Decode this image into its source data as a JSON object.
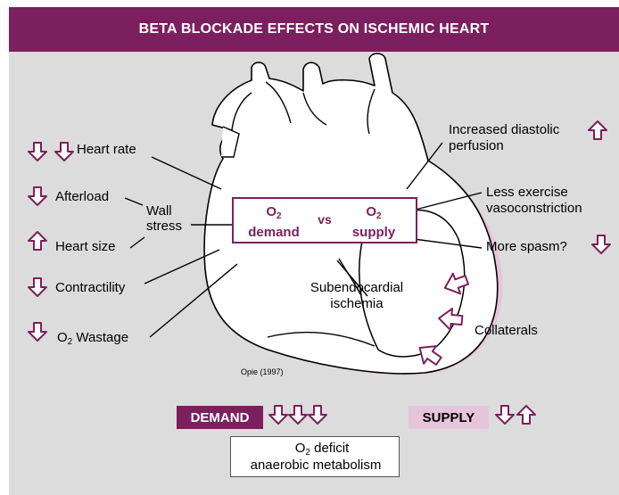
{
  "title": "BETA BLOCKADE EFFECTS ON ISCHEMIC HEART",
  "left_labels": {
    "heart_rate": "Heart rate",
    "afterload": "Afterload",
    "wall": "Wall",
    "stress": "stress",
    "heart_size": "Heart size",
    "contractility": "Contractility",
    "o2_wastage_o": "O",
    "o2_wastage_sub": "2",
    "o2_wastage_rest": " Wastage"
  },
  "center_box": {
    "left_o": "O",
    "left_sub": "2",
    "left_word": "demand",
    "vs": "vs",
    "right_o": "O",
    "right_sub": "2",
    "right_word": "supply"
  },
  "right_labels": {
    "diastolic_l1": "Increased diastolic",
    "diastolic_l2": "perfusion",
    "less_exercise_l1": "Less exercise",
    "less_exercise_l2": "vasoconstriction",
    "spasm": "More spasm?",
    "collaterals": "Collaterals"
  },
  "inner_labels": {
    "subendo_l1": "Subendocardial",
    "subendo_l2": "ischemia"
  },
  "credit": "Opie (1997)",
  "demand_badge": "DEMAND",
  "supply_badge": "SUPPLY",
  "deficit": {
    "o": "O",
    "sub": "2",
    "word": " deficit",
    "line2": "anaerobic metabolism"
  },
  "colors": {
    "banner": "#7b1f5e",
    "panel": "#dcdcdc",
    "accent": "#7b1f5e",
    "wall_highlight": "#e6c4da"
  },
  "icons": {
    "down": "down-arrow-icon",
    "up": "up-arrow-icon",
    "inflow": "inflow-arrow-icon"
  }
}
